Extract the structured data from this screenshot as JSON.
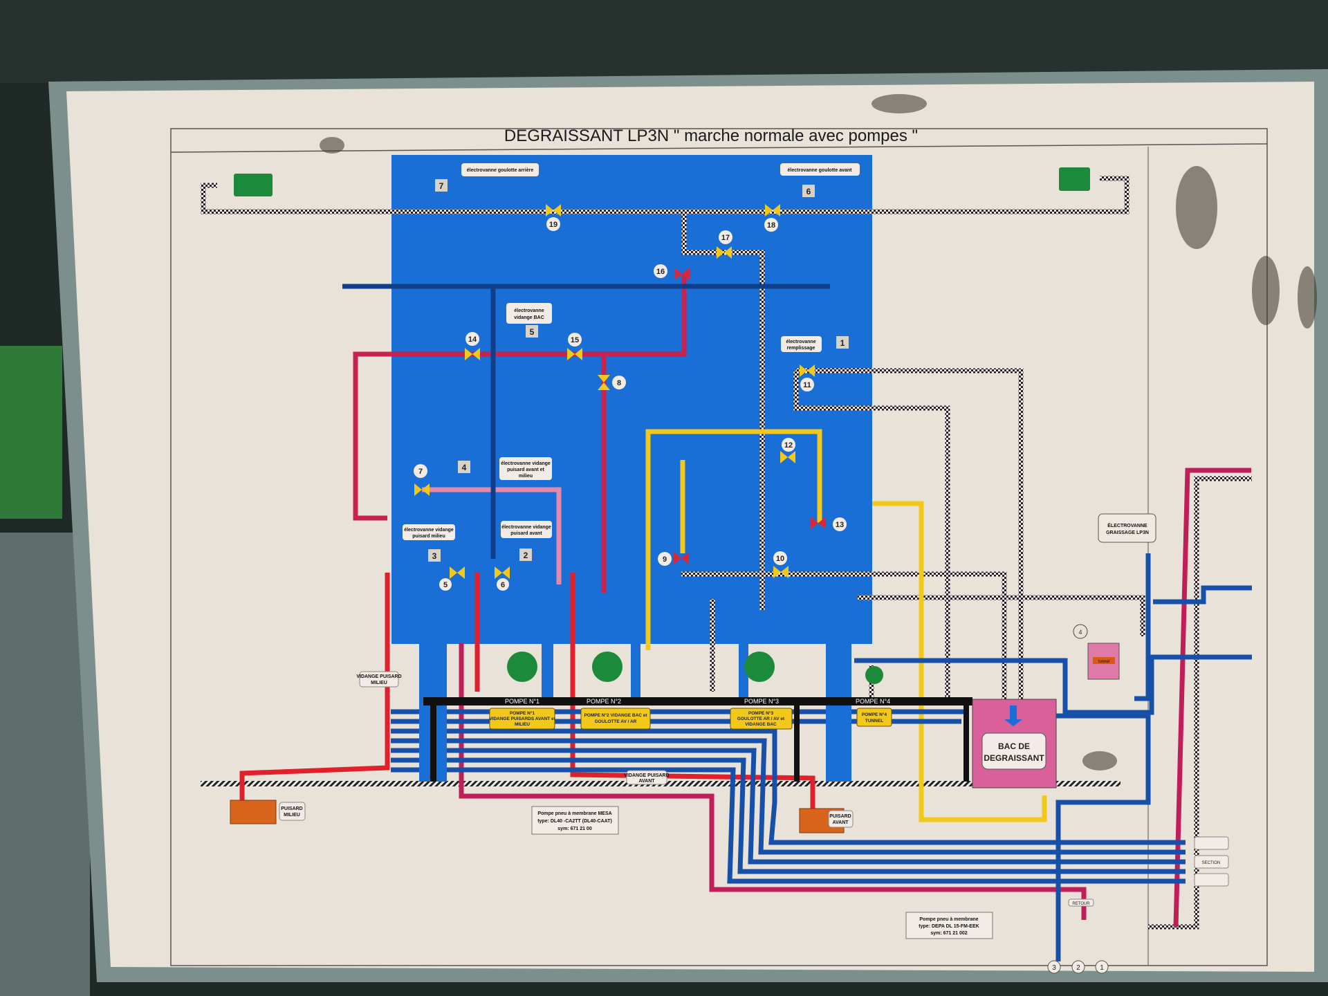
{
  "title": "DEGRAISSANT   LP3N   \" marche normale avec pompes \"",
  "panel_labels": {
    "goulotte_arriere": "électrovanne goulotte arrière",
    "goulotte_avant": "électrovanne goulotte avant",
    "vidange_bac": [
      "électrovanne",
      "vidange BAC"
    ],
    "remplissage": [
      "électrovanne",
      "remplissage"
    ],
    "vidange_puisard_avant_milieu": [
      "électrovanne vidange",
      "puisard avant et",
      "milieu"
    ],
    "vidange_puisard_milieu": [
      "électrovanne vidange",
      "puisard milieu"
    ],
    "vidange_puisard_avant": [
      "électrovanne vidange",
      "puisard avant"
    ]
  },
  "electrovanne_numbers": [
    "7",
    "6",
    "5",
    "1",
    "4",
    "3",
    "2"
  ],
  "valve_numbers": [
    "19",
    "18",
    "17",
    "16",
    "14",
    "15",
    "8",
    "11",
    "12",
    "13",
    "9",
    "10",
    "7",
    "5",
    "6"
  ],
  "pumps": [
    {
      "name": "POMPE N°1",
      "desc": [
        "POMPE N°1",
        "VIDANGE PUISARDS AVANT et",
        "MILIEU"
      ]
    },
    {
      "name": "POMPE N°2",
      "desc": [
        "POMPE N°2 VIDANGE BAC et",
        "GOULOTTE AV / AR"
      ]
    },
    {
      "name": "POMPE N°3",
      "desc": [
        "POMPE N°3",
        "GOULOTTE AR / AV et",
        "VIDANGE BAC"
      ]
    },
    {
      "name": "POMPE N°4",
      "desc": [
        "POMPE N°4",
        "TUNNEL"
      ]
    }
  ],
  "bac": [
    "BAC DE",
    "DEGRAISSANT"
  ],
  "tunnel": "tunnel",
  "tunnel_number": "4",
  "graissage": [
    "ÉLECTROVANNE",
    "GRAISSAGE LP3N"
  ],
  "vidange_puisard_milieu": [
    "VIDANGE PUISARD",
    "MILIEU"
  ],
  "vidange_puisard_avant": [
    "VIDANGE PUISARD",
    "AVANT"
  ],
  "puisard_milieu": [
    "PUISARD",
    "MILIEU"
  ],
  "puisard_avant": [
    "PUISARD",
    "AVANT"
  ],
  "pump_spec_1": [
    "Pompe pneu à membrane MESA",
    "type: DL40 -CA2TT  (DL40-CAAT)",
    "sym: 671 21 00"
  ],
  "pump_spec_2": [
    "Pompe pneu à membrane",
    "type: DEPA DL 15-FM-EEK",
    "sym: 671 21 002"
  ],
  "retour": "RETOUR",
  "section": "SECTION",
  "outlet_numbers": [
    "3",
    "2",
    "1"
  ],
  "colors": {
    "panel": "#1a6fd6",
    "paper": "#e9e2d9",
    "red": "#d8263a",
    "yellow": "#f2c81a",
    "green": "#1b8a3a",
    "pink": "#e48aa8"
  }
}
